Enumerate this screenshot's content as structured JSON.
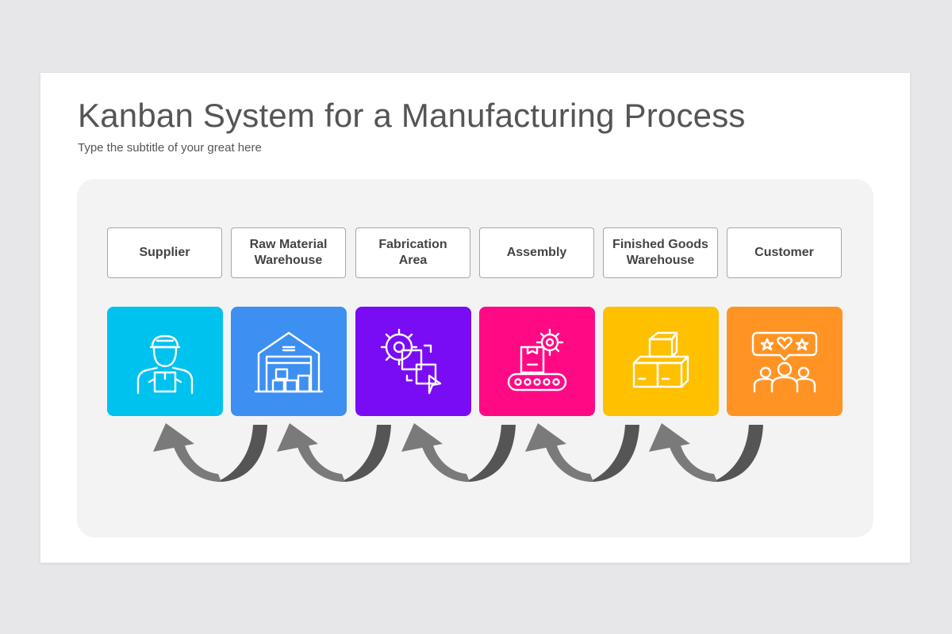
{
  "title": "Kanban System for a Manufacturing Process",
  "subtitle": "Type the subtitle of your great here",
  "stages": [
    {
      "label": "Supplier",
      "icon": "delivery-worker-icon",
      "color": "#00c2ef"
    },
    {
      "label": "Raw Material\nWarehouse",
      "icon": "warehouse-icon",
      "color": "#3d8ff2"
    },
    {
      "label": "Fabrication\nArea",
      "icon": "fabrication-gear-icon",
      "color": "#7a0bf5"
    },
    {
      "label": "Assembly",
      "icon": "conveyor-belt-icon",
      "color": "#ff0a84"
    },
    {
      "label": "Finished Goods\nWarehouse",
      "icon": "stacked-boxes-icon",
      "color": "#ffc000"
    },
    {
      "label": "Customer",
      "icon": "customer-feedback-icon",
      "color": "#ff9425"
    }
  ]
}
